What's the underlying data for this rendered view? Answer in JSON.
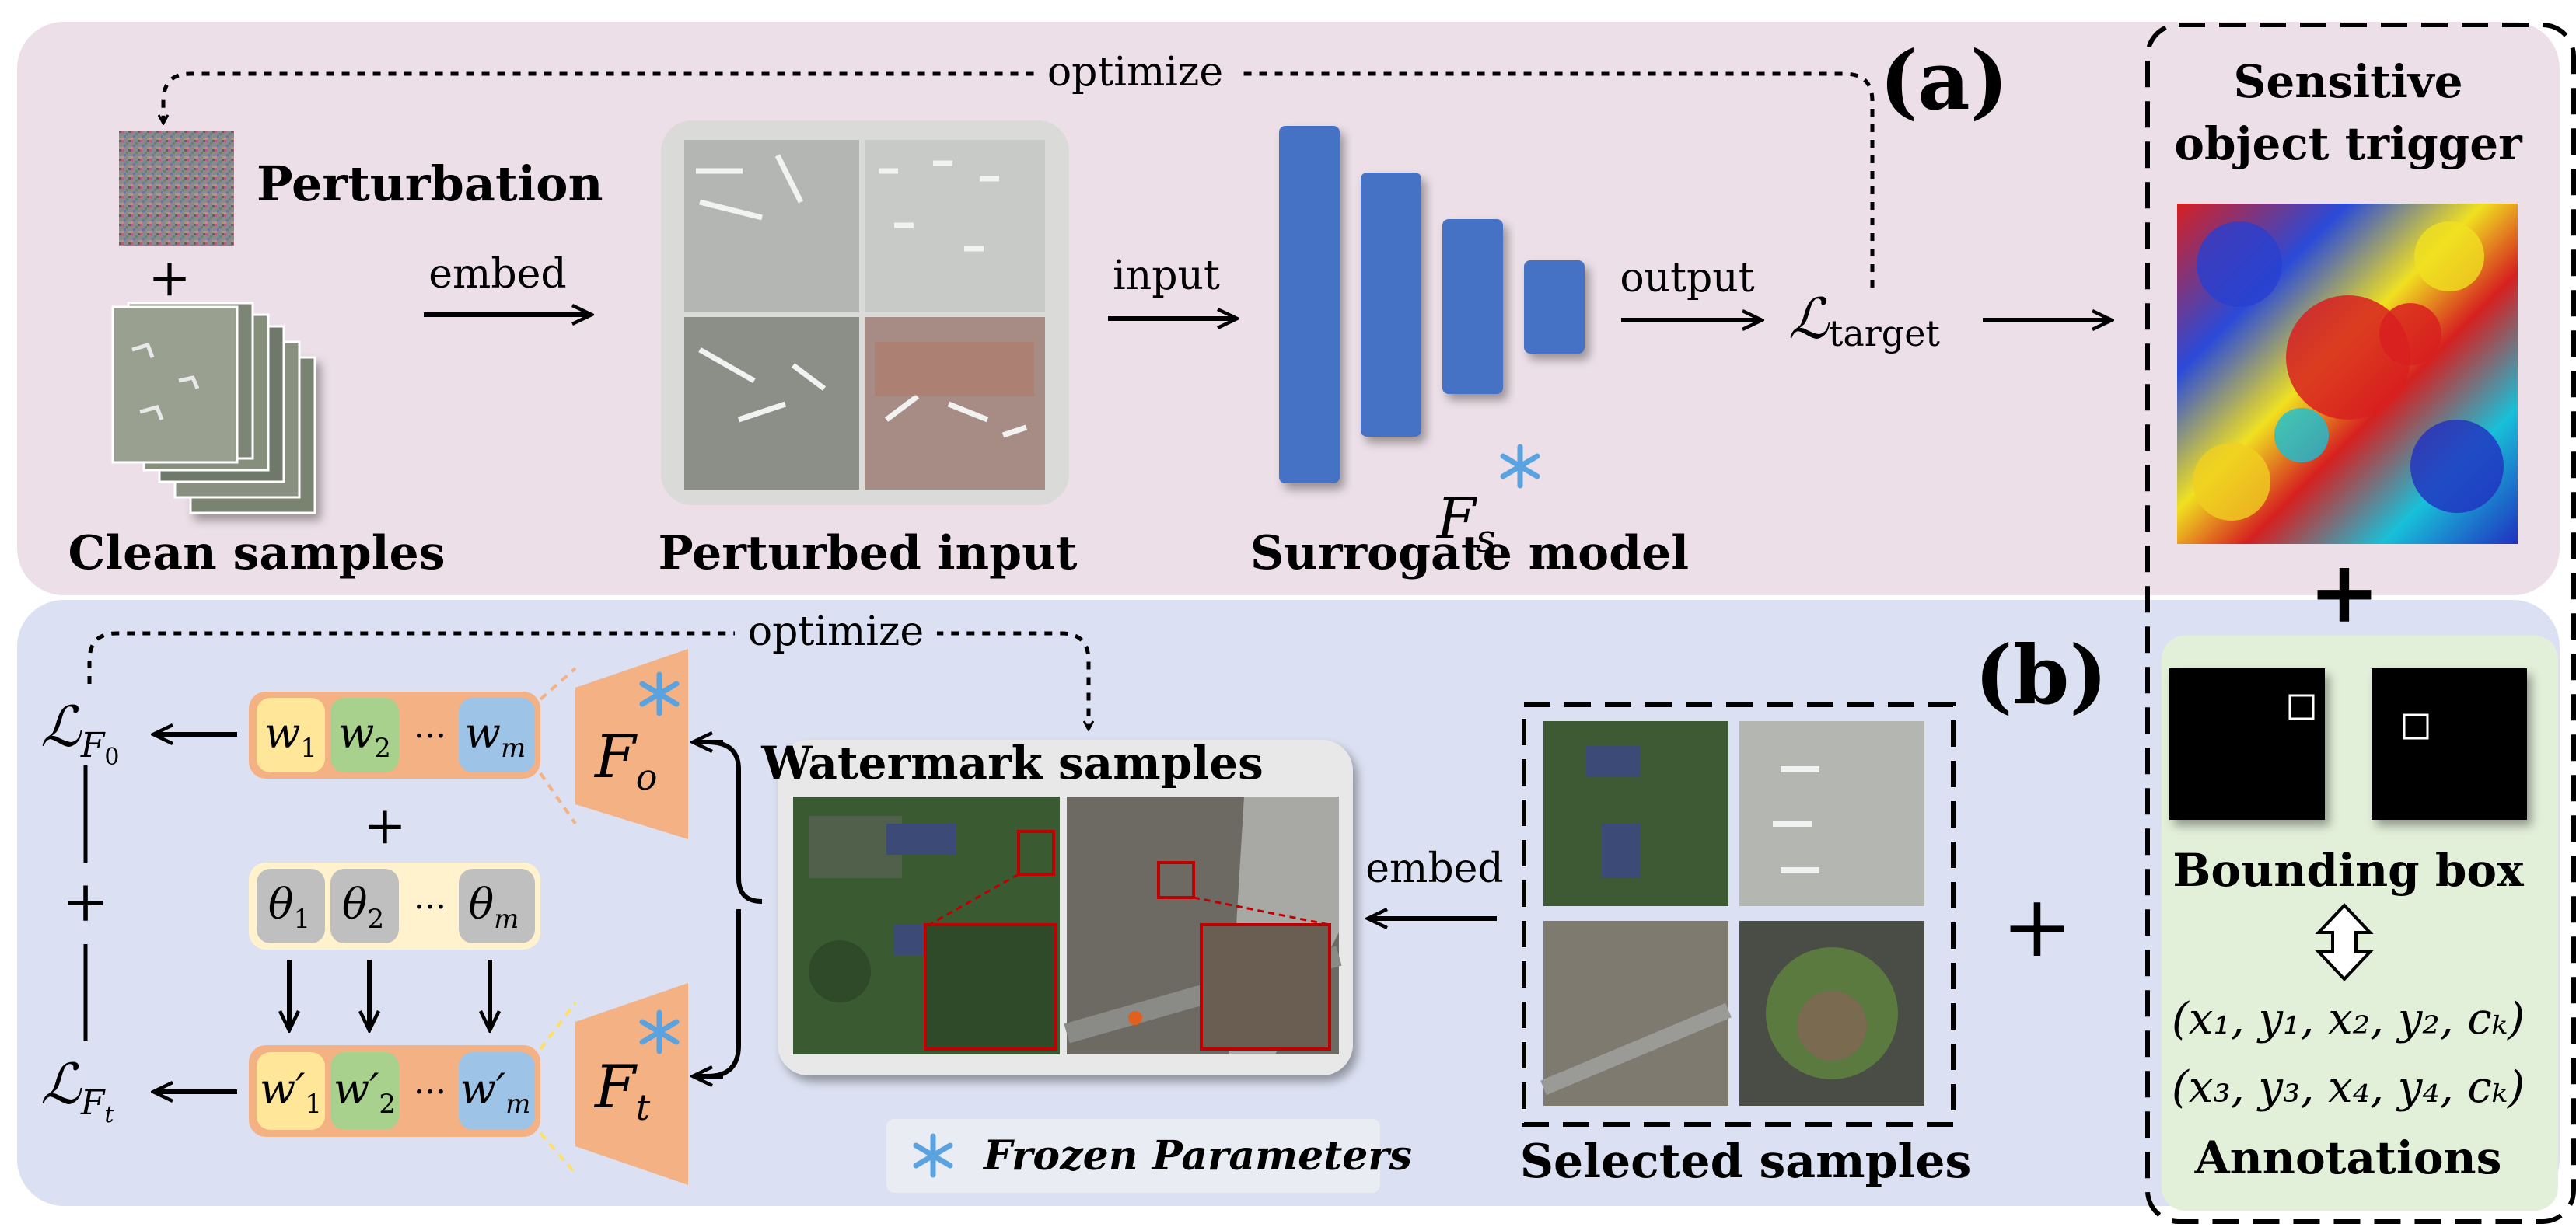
{
  "panel_a": {
    "label": "(a)",
    "optimize_label": "optimize",
    "perturbation_label": "Perturbation",
    "plus_sign": "+",
    "clean_samples_label": "Clean samples",
    "embed_label": "embed",
    "perturbed_input_label": "Perturbed input",
    "input_label": "input",
    "output_label": "output",
    "surrogate_model_label": "Surrogate model",
    "model_symbol": "F",
    "model_subscript": "s",
    "loss_symbol": "ℒ",
    "loss_subscript": "target"
  },
  "panel_b": {
    "label": "(b)",
    "optimize_label": "optimize",
    "loss_f0_symbol": "ℒ",
    "loss_f0_sub": "F",
    "loss_f0_subsub": "0",
    "loss_ft_symbol": "ℒ",
    "loss_ft_sub": "F",
    "loss_ft_subsub": "t",
    "plus_sign": "+",
    "w_row": {
      "w1": "w",
      "w1_sub": "1",
      "w2": "w",
      "w2_sub": "2",
      "dots": "···",
      "wm": "w",
      "wm_sub": "m"
    },
    "theta_row": {
      "t1": "θ",
      "t1_sub": "1",
      "t2": "θ",
      "t2_sub": "2",
      "dots": "···",
      "tm": "θ",
      "tm_sub": "m"
    },
    "wp_row": {
      "w1": "w′",
      "w1_sub": "1",
      "w2": "w′",
      "w2_sub": "2",
      "dots": "···",
      "wm": "w′",
      "wm_sub": "m"
    },
    "fo_symbol": "F",
    "fo_sub": "o",
    "ft_symbol": "F",
    "ft_sub": "t",
    "watermark_samples_label": "Watermark samples",
    "embed_label": "embed",
    "selected_samples_label": "Selected samples",
    "frozen_parameters_label": "Frozen Parameters"
  },
  "trigger_panel": {
    "title_line1": "Sensitive",
    "title_line2": "object trigger",
    "plus_sign": "+",
    "bounding_box_label": "Bounding box",
    "annotation_line1": "(x₁, y₁, x₂, y₂, cₖ)",
    "annotation_line2": "(x₃, y₃, x₄, y₄, cₖ)",
    "annotations_label": "Annotations",
    "plus_between": "+"
  },
  "colors": {
    "panel_a_bg": "#ecdfe7",
    "panel_b_bg": "#dbe1f2",
    "model_blue": "#4472c4",
    "orange": "#f4b183",
    "w1_yellow": "#ffe699",
    "w2_green": "#a9d18e",
    "wm_blue": "#9dc3e6",
    "theta_bg": "#fff2cc",
    "theta_cell": "#bfbfbf",
    "green_panel": "#e2efd9",
    "snowflake": "#5ba3e0",
    "red_box": "#c00000"
  }
}
